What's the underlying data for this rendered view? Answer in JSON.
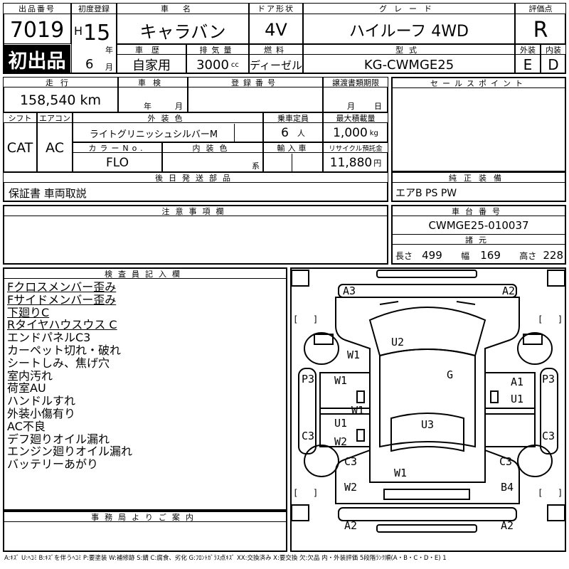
{
  "header": {
    "lot_label": "出品番号",
    "lot_no": "7019",
    "first_listing": "初出品",
    "reg_label": "初度登録",
    "era": "H",
    "year_no": "15",
    "year_unit": "年",
    "month_no": "6",
    "month_unit": "月",
    "name_label": "車名",
    "name": "キャラバン",
    "door_label": "ドア形状",
    "door": "4V",
    "grade_label": "グレード",
    "grade": "ハイルーフ 4WD",
    "score_label": "評価点",
    "score": "R",
    "history_label": "車歴",
    "history": "自家用",
    "disp_label": "排気量",
    "disp": "3000",
    "disp_unit": "cc",
    "fuel_label": "燃料",
    "fuel": "ディーゼル",
    "model_label": "型式",
    "model": "KG-CWMGE25",
    "ext_label": "外装",
    "ext": "E",
    "int_label": "内装",
    "int": "D"
  },
  "specs": {
    "mileage_label": "走行",
    "mileage": "158,540",
    "mileage_unit": "km",
    "inspection_label": "車検",
    "insp_y": "年",
    "insp_m": "月",
    "regno_label": "登録番号",
    "transfer_label": "譲渡書類期限",
    "tr_m": "月",
    "tr_d": "日",
    "shift_label": "シフト",
    "shift": "CAT",
    "ac_label": "エアコン",
    "ac": "AC",
    "color_label": "外装色",
    "color": "ライトグリニッシュシルバーM",
    "seats_label": "乗車定員",
    "seats": "6",
    "seats_unit": "人",
    "load_label": "最大積載量",
    "load": "1,000",
    "load_unit": "kg",
    "colorno_label": "カラーNo.",
    "colorno": "FLO",
    "intcolor_label": "内装色",
    "intcolor_unit": "系",
    "import_label": "輸入車",
    "recycle_label": "リサイクル預託金",
    "recycle": "11,880",
    "recycle_unit": "円"
  },
  "sales": {
    "label": "セールスポイント"
  },
  "later": {
    "label": "後日発送部品",
    "value": "保証書 車両取説"
  },
  "genuine": {
    "label": "純正装備",
    "value": "エアB PS PW"
  },
  "notes": {
    "label": "注意事項欄"
  },
  "chassis": {
    "label": "車台番号",
    "value": "CWMGE25-010037",
    "dims_label": "諸元",
    "len_label": "長さ",
    "len": "499",
    "wid_label": "幅",
    "wid": "169",
    "hgt_label": "高さ",
    "hgt": "228"
  },
  "inspector": {
    "label": "検査員記入欄",
    "lines": [
      "Fクロスメンバー歪み",
      "Fサイドメンバー歪み",
      "下廻りC",
      "Rタイヤハウスウス C",
      "エンドパネルC3",
      "カーペット切れ・破れ",
      "シートしみ、焦げ穴",
      "室内汚れ",
      "荷室AU",
      "ハンドルすれ",
      "外装小傷有り",
      "AC不良",
      "デフ廻りオイル漏れ",
      "エンジン廻りオイル漏れ",
      "バッテリーあがり"
    ]
  },
  "office": {
    "label": "事務局よりご案内"
  },
  "diagram": {
    "marks": [
      "A3",
      "A2",
      "U2",
      "W1",
      "G",
      "P3",
      "W1",
      "A1",
      "P3",
      "U1",
      "W1",
      "U1",
      "U3",
      "C3",
      "W2",
      "C3",
      "C3",
      "C3",
      "W1",
      "W2",
      "B4",
      "A2",
      "A2"
    ],
    "brackets": [
      "[",
      "]",
      "[",
      "]",
      "[",
      "]",
      "[",
      "]"
    ]
  },
  "footer": "A:ｷｽﾞ U:ﾍｺﾐ B:ｷｽﾞを伴うﾍｺﾐ P:要塗装 W:補修跡 S:錆 C:腐食、劣化 G:ﾌﾛﾝﾄｶﾞﾗｽ点ｷｽﾞ XX:交換済み X:要交換 欠:欠品 内・外装評価 5段階ﾗﾝｸ順(A・B・C・D・E) 1"
}
